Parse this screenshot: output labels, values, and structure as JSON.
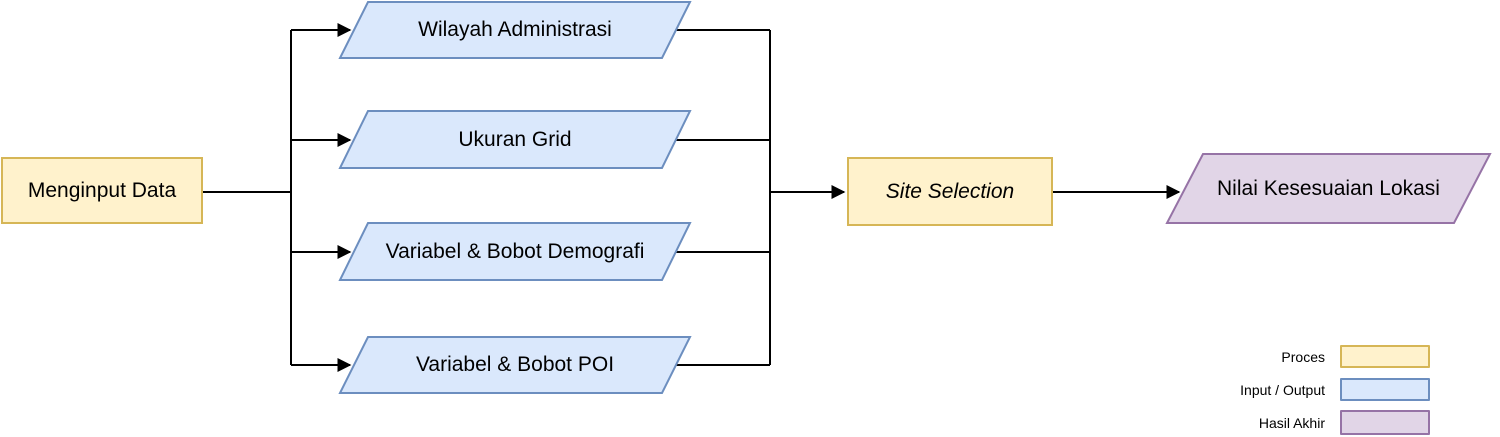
{
  "diagram": {
    "type": "flowchart",
    "nodes": [
      {
        "id": "menginput-data",
        "label": "Menginput Data",
        "shape": "rectangle",
        "type": "process"
      },
      {
        "id": "wilayah-administrasi",
        "label": "Wilayah Administrasi",
        "shape": "parallelogram",
        "type": "input-output"
      },
      {
        "id": "ukuran-grid",
        "label": "Ukuran Grid",
        "shape": "parallelogram",
        "type": "input-output"
      },
      {
        "id": "variabel-bobot-demografi",
        "label": "Variabel & Bobot Demografi",
        "shape": "parallelogram",
        "type": "input-output"
      },
      {
        "id": "variabel-bobot-poi",
        "label": "Variabel & Bobot POI",
        "shape": "parallelogram",
        "type": "input-output"
      },
      {
        "id": "site-selection",
        "label": "Site Selection",
        "shape": "rectangle",
        "type": "process",
        "italic": true
      },
      {
        "id": "nilai-kesesuaian-lokasi",
        "label": "Nilai Kesesuaian Lokasi",
        "shape": "parallelogram",
        "type": "hasil-akhir"
      }
    ],
    "edges": [
      {
        "from": "menginput-data",
        "to": "wilayah-administrasi",
        "arrow": true
      },
      {
        "from": "menginput-data",
        "to": "ukuran-grid",
        "arrow": true
      },
      {
        "from": "menginput-data",
        "to": "variabel-bobot-demografi",
        "arrow": true
      },
      {
        "from": "menginput-data",
        "to": "variabel-bobot-poi",
        "arrow": true
      },
      {
        "from": "wilayah-administrasi",
        "to": "site-selection",
        "arrow": true
      },
      {
        "from": "ukuran-grid",
        "to": "site-selection",
        "arrow": true
      },
      {
        "from": "variabel-bobot-demografi",
        "to": "site-selection",
        "arrow": true
      },
      {
        "from": "variabel-bobot-poi",
        "to": "site-selection",
        "arrow": true
      },
      {
        "from": "site-selection",
        "to": "nilai-kesesuaian-lokasi",
        "arrow": true
      }
    ]
  },
  "legend": {
    "items": [
      {
        "label": "Proces",
        "fill": "#FFF2CC",
        "stroke": "#D6B656"
      },
      {
        "label": "Input / Output",
        "fill": "#DAE8FC",
        "stroke": "#6C8EBF"
      },
      {
        "label": "Hasil Akhir",
        "fill": "#E1D5E7",
        "stroke": "#9673A6"
      }
    ]
  },
  "colors": {
    "process_fill": "#FFF2CC",
    "process_stroke": "#D6B656",
    "io_fill": "#DAE8FC",
    "io_stroke": "#6C8EBF",
    "final_fill": "#E1D5E7",
    "final_stroke": "#9673A6",
    "connector": "#000000",
    "text": "#000000",
    "background": "#FFFFFF"
  }
}
